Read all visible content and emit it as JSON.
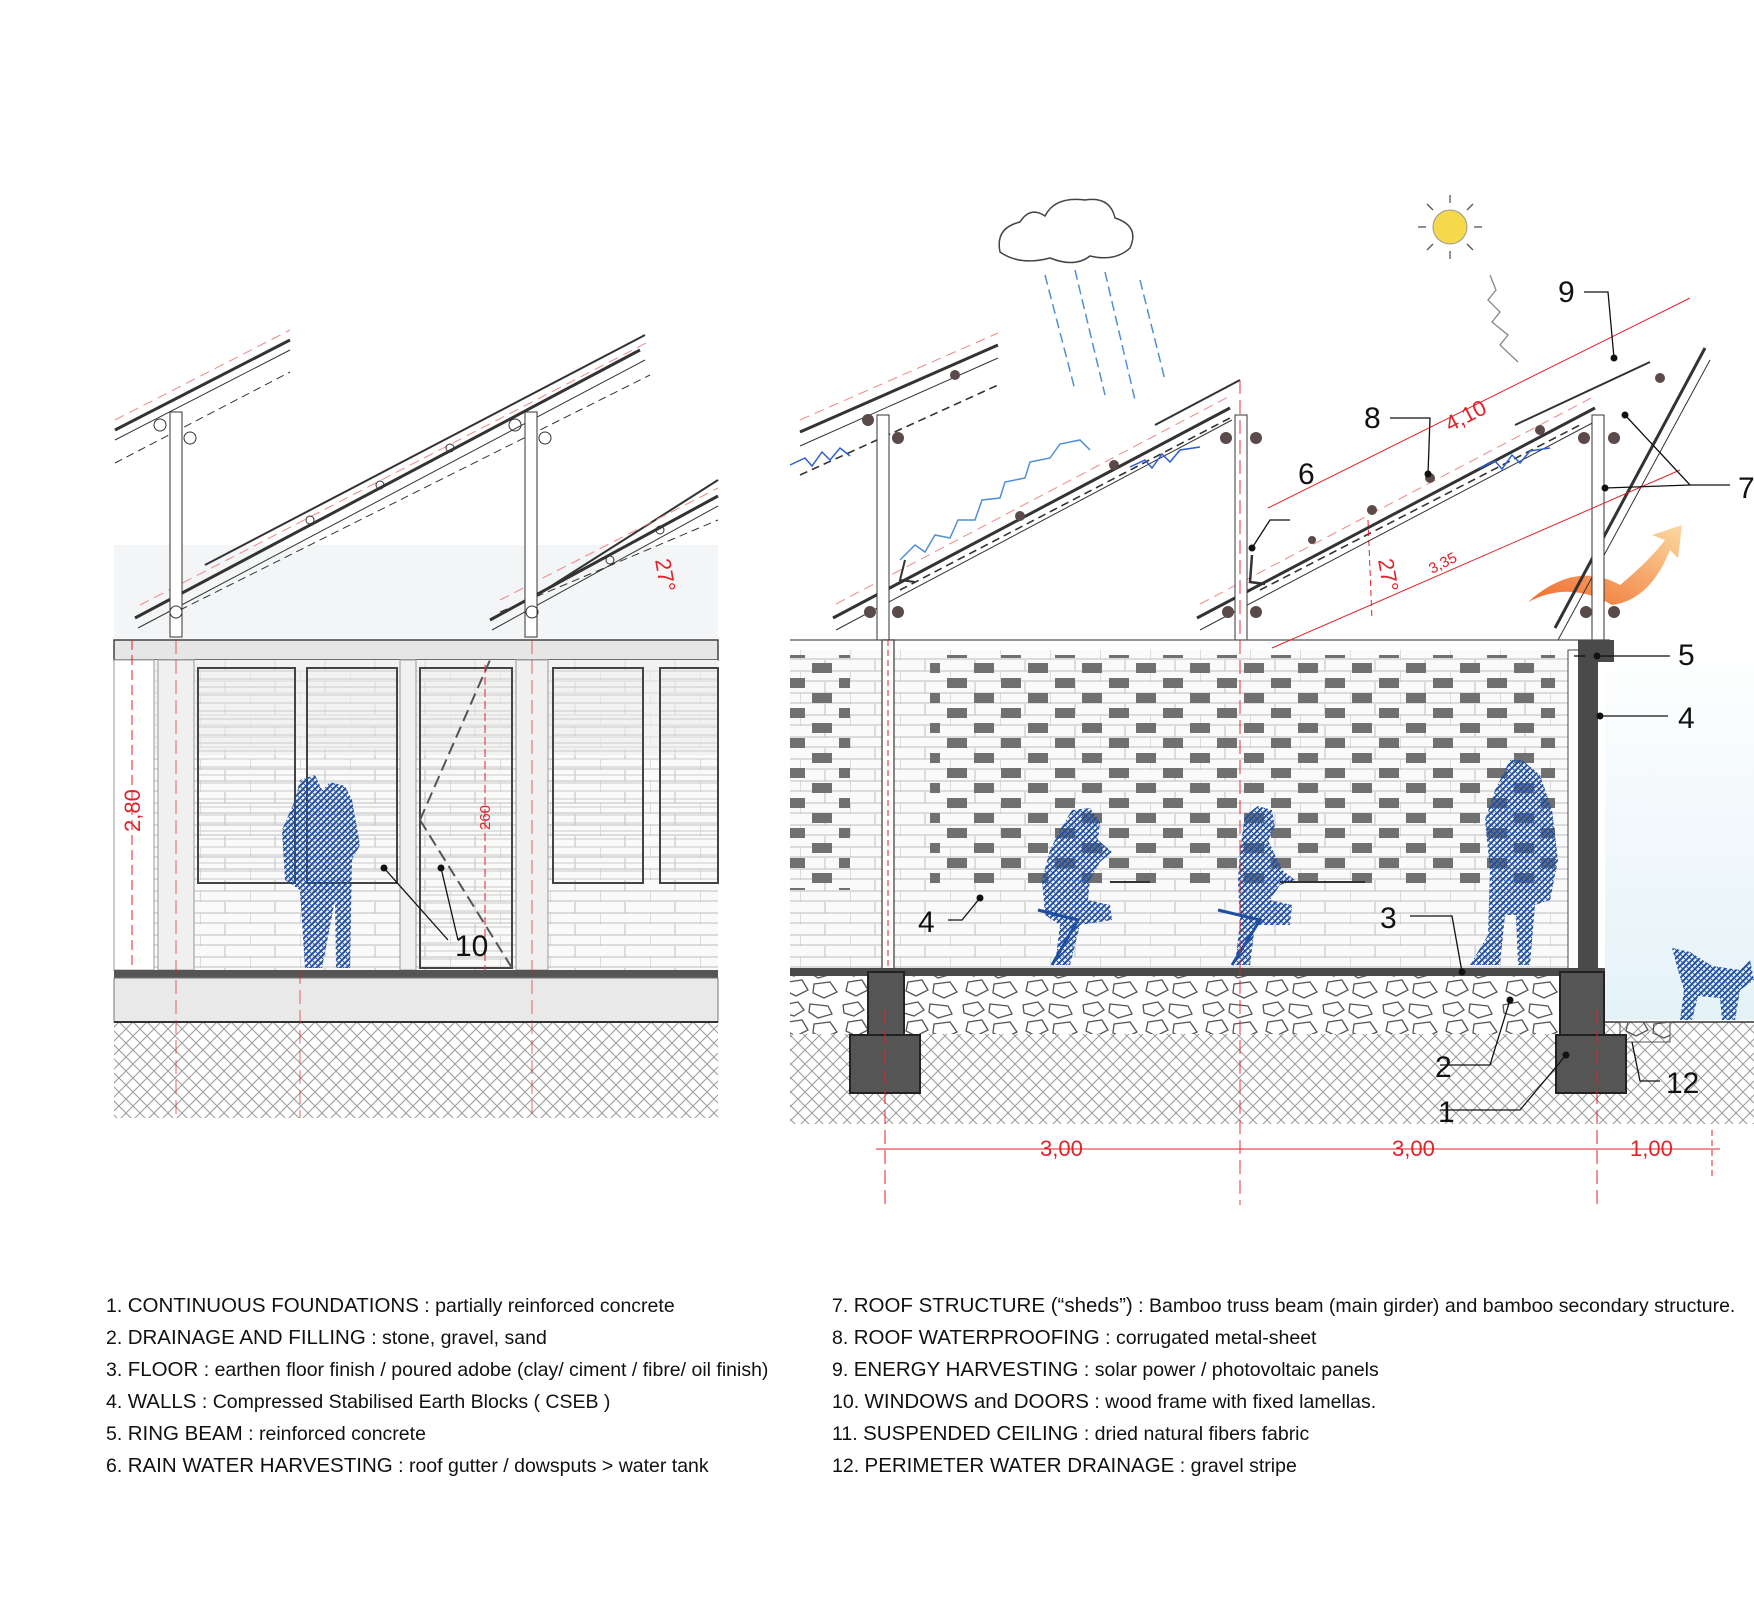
{
  "callouts": {
    "left_10": "10",
    "right_1": "1",
    "right_2": "2",
    "right_3": "3",
    "right_4a": "4",
    "right_4b": "4",
    "right_5": "5",
    "right_6": "6",
    "right_7": "7",
    "right_8": "8",
    "right_9": "9",
    "right_12": "12"
  },
  "dimensions": {
    "left_height": "2,80",
    "left_door": "260",
    "left_angle": "27°",
    "right_angle": "27°",
    "roof_length": "4,10",
    "roof_proj": "3,35",
    "span_1": "3,00",
    "span_2": "3,00",
    "span_3": "1,00"
  },
  "legend_left": [
    {
      "num": "1.",
      "cap": "CONTINUOUS FOUNDATIONS",
      "desc": " : partially reinforced concrete"
    },
    {
      "num": "2.",
      "cap": "DRAINAGE AND FILLING",
      "desc": " : stone, gravel, sand"
    },
    {
      "num": "3.",
      "cap": "FLOOR",
      "desc": " : earthen floor finish / poured adobe (clay/ ciment / fibre/ oil finish)"
    },
    {
      "num": "4.",
      "cap": "WALLS",
      "desc": " : Compressed Stabilised Earth Blocks ( CSEB )"
    },
    {
      "num": "5.",
      "cap": "RING BEAM",
      "desc": " : reinforced concrete"
    },
    {
      "num": "6.",
      "cap": "RAIN WATER HARVESTING",
      "desc": " : roof gutter / dowsputs > water tank"
    }
  ],
  "legend_right": [
    {
      "num": "7.",
      "cap": "ROOF STRUCTURE (“sheds”)",
      "desc": " : Bamboo truss beam (main girder) and bamboo secondary structure."
    },
    {
      "num": "8.",
      "cap": "ROOF WATERPROOFING",
      "desc": " : corrugated metal-sheet"
    },
    {
      "num": "9.",
      "cap": "ENERGY HARVESTING",
      "desc": " : solar power / photovoltaic panels"
    },
    {
      "num": "10.",
      "cap": "WINDOWS and DOORS",
      "desc": " : wood frame with fixed lamellas."
    },
    {
      "num": "11.",
      "cap": "SUSPENDED CEILING",
      "desc": " : dried natural fibers fabric"
    },
    {
      "num": "12.",
      "cap": "PERIMETER WATER DRAINAGE",
      "desc": " : gravel stripe"
    }
  ],
  "colors": {
    "dimension": "#e0222a",
    "figure_hatch": "#1f4fa0",
    "brick": "#7a7a7a",
    "foundation": "#555555",
    "sun": "#f5d94a",
    "heat_arrow": "#f08a3a"
  },
  "icons": [
    "cloud-icon",
    "rain-icon",
    "sun-icon",
    "heat-arrow-icon",
    "person-icon",
    "dog-icon"
  ]
}
